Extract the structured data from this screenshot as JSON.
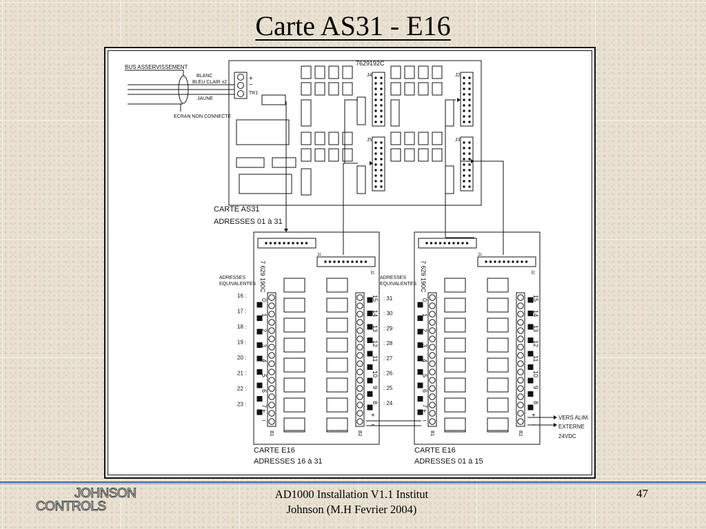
{
  "slide": {
    "title": "Carte AS31 - E16"
  },
  "diagram": {
    "board_code_top": "7629192C",
    "bus_label": "BUS ASSERVISSEMENT",
    "wire_blanc": "BLANC",
    "wire_bleu": "BLEU CLAIR x2",
    "wire_jaune": "JAUNE",
    "ecran": "ECRAN NON CONNECTE",
    "tr1": "TR1",
    "plus": "+",
    "minus": "−",
    "connector_labels": [
      "J4",
      "J2",
      "J5",
      "J3"
    ],
    "as31_caption": [
      "CARTE AS31",
      "ADRESSES 01 à 31"
    ],
    "e16_code": "7 629 190C",
    "e16_left_caption": [
      "CARTE E16",
      "ADRESSES 16 à 31"
    ],
    "e16_right_caption": [
      "CARTE E16",
      "ADRESSES 01 à 15"
    ],
    "adresses_equiv": [
      "ADRESSES",
      "EQUIVALENTES"
    ],
    "left_equiv_addresses": [
      "16 :",
      "17 :",
      "18 :",
      "19 :",
      "20 :",
      "21 :",
      "22 :",
      "23 :"
    ],
    "right_equiv_addresses": [
      ": 31",
      ": 30",
      ": 29",
      ": 28",
      ": 27",
      ": 26",
      ": 25",
      ": 24"
    ],
    "left_terminal_numbers": [
      "0",
      "1",
      "2",
      "3",
      "4",
      "5",
      "6",
      "7"
    ],
    "right_terminal_numbers": [
      "15",
      "14",
      "13",
      "12",
      "11",
      "10",
      "9",
      "8"
    ],
    "j1": "J1",
    "j2": "J2",
    "b1": "B1",
    "b2": "B2",
    "alim_labels": [
      "VERS ALIM.",
      "EXTERNE",
      "24VDC"
    ]
  },
  "footer": {
    "logo_top": "JOHNSON",
    "logo_bottom": "CONTROLS",
    "line1": "AD1000 Installation V1.1 Institut",
    "line2": "Johnson   (M.H Fevrier 2004)",
    "page_number": "47"
  }
}
